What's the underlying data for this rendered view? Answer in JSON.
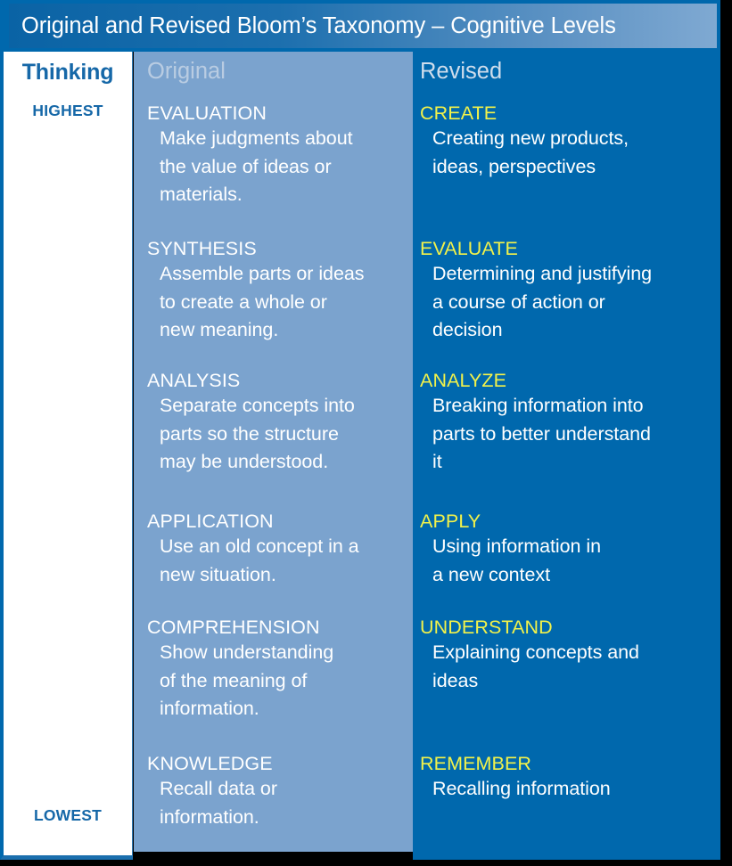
{
  "title": "Original and Revised Bloom’s Taxonomy – Cognitive Levels",
  "colors": {
    "header_blue": "#0068AD",
    "original_column": "#7BA3CE",
    "revised_column": "#0068AD",
    "revised_term_yellow": "#F2F24A",
    "thinking_text": "#1668A8",
    "body_white": "#FFFFFF"
  },
  "columns": {
    "thinking": {
      "header": "Thinking",
      "top_label": "HIGHEST",
      "bottom_label": "LOWEST"
    },
    "original": {
      "header": "Original"
    },
    "revised": {
      "header": "Revised"
    }
  },
  "levels": [
    {
      "original_name": "EVALUATION",
      "original_desc": "Make judgments about\nthe value of ideas or\nmaterials.",
      "revised_name": "CREATE",
      "revised_desc": "Creating new products,\nideas, perspectives"
    },
    {
      "original_name": "SYNTHESIS",
      "original_desc": "Assemble parts or ideas\nto create a whole or\nnew meaning.",
      "revised_name": "EVALUATE",
      "revised_desc": "Determining and justifying\na course of action or\ndecision"
    },
    {
      "original_name": "ANALYSIS",
      "original_desc": "Separate concepts into\nparts so the structure\nmay be understood.",
      "revised_name": "ANALYZE",
      "revised_desc": "Breaking information into\nparts to better understand\nit"
    },
    {
      "original_name": "APPLICATION",
      "original_desc": "Use an old concept in a\nnew situation.",
      "revised_name": "APPLY",
      "revised_desc": "Using information in\n a new context"
    },
    {
      "original_name": "COMPREHENSION",
      "original_desc": "Show understanding\nof the meaning of\ninformation.",
      "revised_name": "UNDERSTAND",
      "revised_desc": "Explaining concepts and\nideas"
    },
    {
      "original_name": "KNOWLEDGE",
      "original_desc": "Recall data or\ninformation.",
      "revised_name": "REMEMBER",
      "revised_desc": "Recalling information"
    }
  ]
}
